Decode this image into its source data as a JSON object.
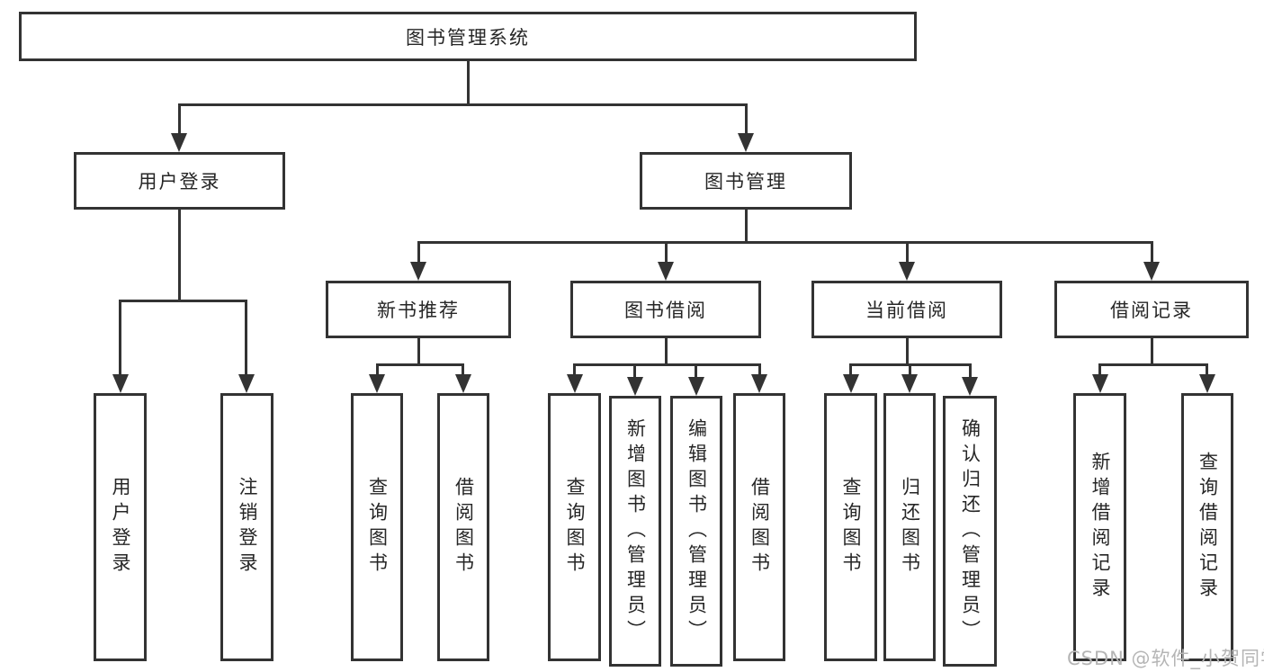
{
  "tree": {
    "root": {
      "label": "图书管理系统",
      "children": [
        {
          "label": "用户登录",
          "children": [
            {
              "label": "用户登录"
            },
            {
              "label": "注销登录"
            }
          ]
        },
        {
          "label": "图书管理",
          "children": [
            {
              "label": "新书推荐",
              "children": [
                {
                  "label": "查询图书"
                },
                {
                  "label": "借阅图书"
                }
              ]
            },
            {
              "label": "图书借阅",
              "children": [
                {
                  "label": "查询图书"
                },
                {
                  "label": "新增图书（管理员）"
                },
                {
                  "label": "编辑图书（管理员）"
                },
                {
                  "label": "借阅图书"
                }
              ]
            },
            {
              "label": "当前借阅",
              "children": [
                {
                  "label": "查询图书"
                },
                {
                  "label": "归还图书"
                },
                {
                  "label": "确认归还（管理员）"
                }
              ]
            },
            {
              "label": "借阅记录",
              "children": [
                {
                  "label": "新增借阅记录"
                },
                {
                  "label": "查询借阅记录"
                }
              ]
            }
          ]
        }
      ]
    }
  },
  "watermark": {
    "text": "CSDN @软件_小贺同学"
  },
  "colors": {
    "line": "#333333",
    "text": "#262626",
    "watermark": "#b5b5b5",
    "background": "#ffffff"
  }
}
